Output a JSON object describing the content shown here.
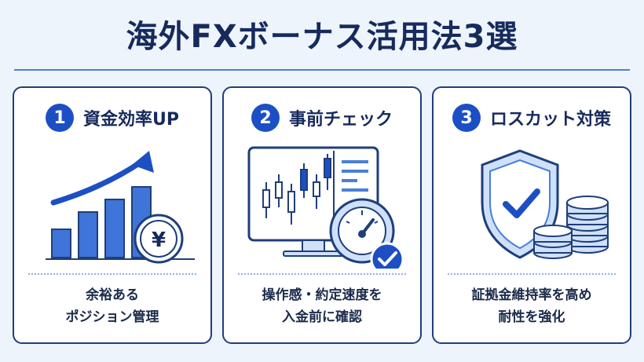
{
  "title": "海外FXボーナス活用法3選",
  "cards": [
    {
      "number": "1",
      "title": "資金効率UP",
      "lines": [
        "余裕ある",
        "ポジション管理"
      ],
      "icon": "growth-chart-icon"
    },
    {
      "number": "2",
      "title": "事前チェック",
      "lines": [
        "操作感・約定速度を",
        "入金前に確認"
      ],
      "icon": "monitor-speedometer-icon"
    },
    {
      "number": "3",
      "title": "ロスカット対策",
      "lines": [
        "証拠金維持率を高め",
        "耐性を強化"
      ],
      "icon": "shield-coins-icon"
    }
  ],
  "coin_symbol": "¥",
  "colors": {
    "primary": "#1d4fc4",
    "navy": "#162a5c",
    "light": "#cfe0fb",
    "mid": "#4a7fd6"
  }
}
